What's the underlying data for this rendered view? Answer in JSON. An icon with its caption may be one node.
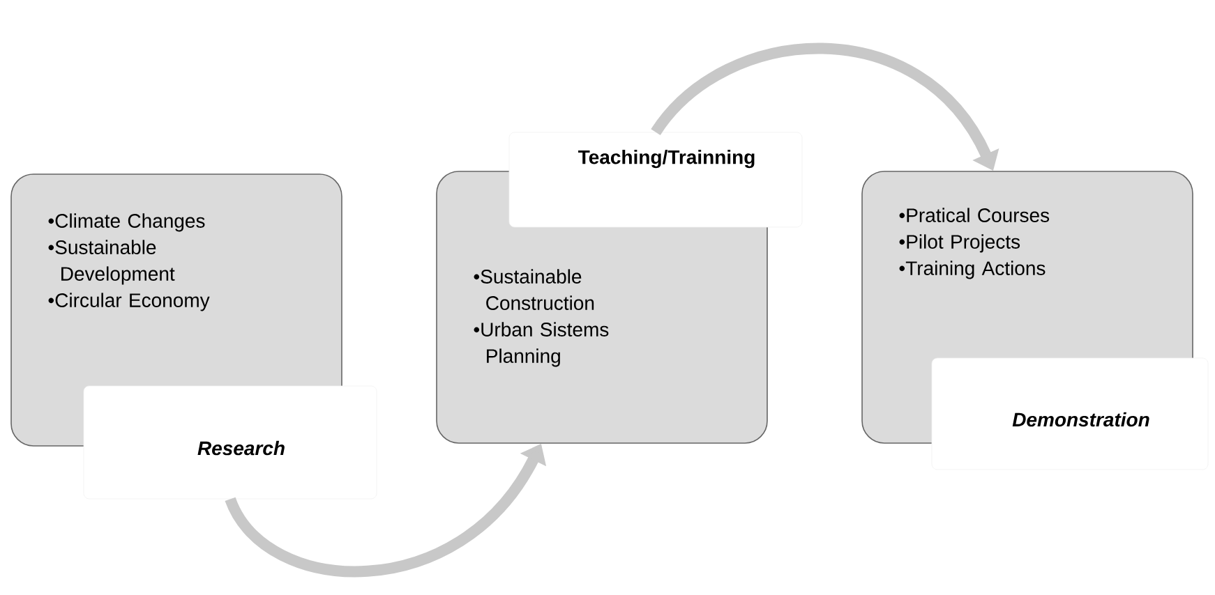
{
  "diagram": {
    "nodes": [
      {
        "text": [
          "•Climate Changes",
          "•Sustainable Development",
          "•Circular Economy"
        ]
      },
      {
        "text": [
          "Research"
        ]
      },
      {
        "text": [
          "Teaching/Trainning"
        ]
      },
      {
        "text": [
          "•Sustainable Construction",
          "•Urban Sistems Planning"
        ]
      },
      {
        "text": [
          "•Pratical Courses",
          "•Pilot Projects",
          "•Training Actions"
        ]
      },
      {
        "text": [
          "Demonstration"
        ]
      }
    ],
    "edges": [
      {
        "from": 1,
        "to": 3,
        "arrow": "to"
      },
      {
        "from": 2,
        "to": 4,
        "arrow": "to"
      }
    ]
  }
}
